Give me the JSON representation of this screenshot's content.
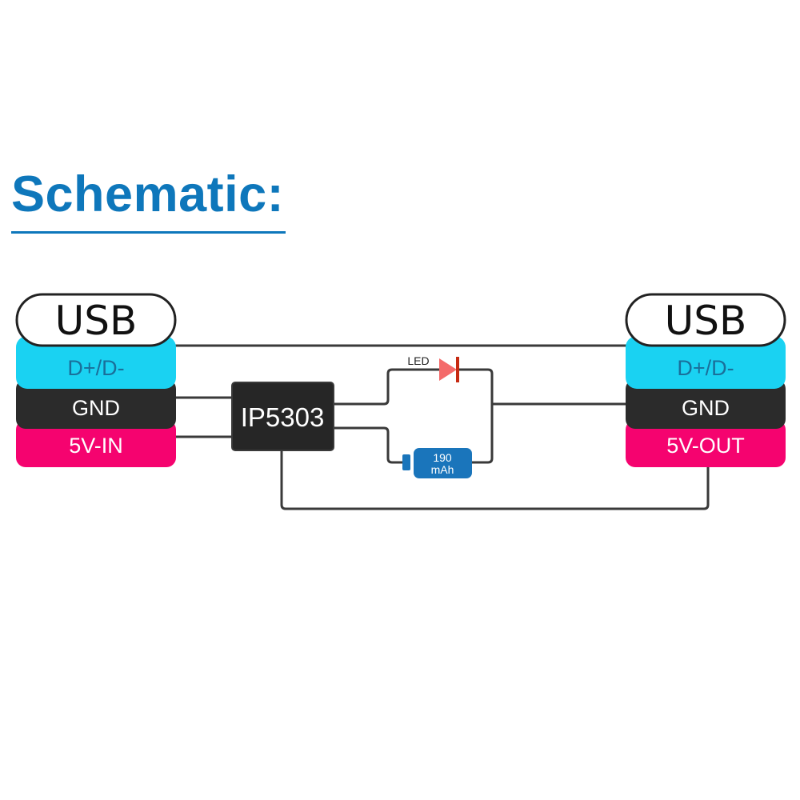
{
  "title": "Schematic:",
  "colors": {
    "accent": "#0e77bb",
    "data_pin": "#1ad2f2",
    "gnd_pin": "#2b2b2b",
    "power_pin": "#f5036f",
    "chip": "#262626",
    "battery": "#1a75bb",
    "led": "#f46a6a",
    "led_bar": "#c62a12",
    "wire": "#3a3a3a"
  },
  "left_usb": {
    "label": "USB",
    "pins": [
      {
        "label": "D+/D-"
      },
      {
        "label": "GND"
      },
      {
        "label": "5V-IN"
      }
    ]
  },
  "right_usb": {
    "label": "USB",
    "pins": [
      {
        "label": "D+/D-"
      },
      {
        "label": "GND"
      },
      {
        "label": "5V-OUT"
      }
    ]
  },
  "chip": {
    "label": "IP5303"
  },
  "led": {
    "label": "LED"
  },
  "battery": {
    "line1": "190",
    "line2": "mAh"
  }
}
